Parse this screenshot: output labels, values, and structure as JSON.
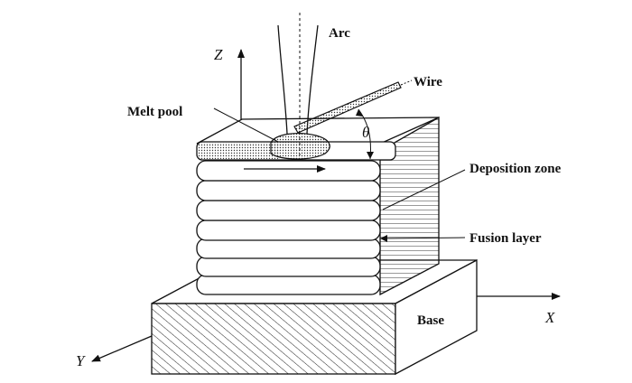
{
  "labels": {
    "arc": "Arc",
    "wire": "Wire",
    "melt_pool": "Melt pool",
    "theta": "θ",
    "deposition_zone": "Deposition zone",
    "fusion_layer": "Fusion layer",
    "base": "Base"
  },
  "axes": {
    "z": "Z",
    "x": "X",
    "y": "Y"
  }
}
